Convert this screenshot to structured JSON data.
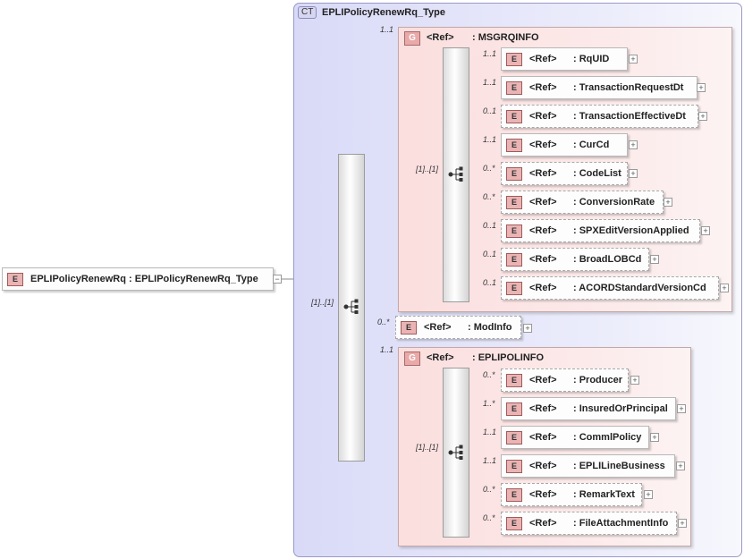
{
  "root": {
    "badge": "E",
    "name": "EPLIPolicyRenewRq",
    "type": "EPLIPolicyRenewRq_Type",
    "text": "EPLIPolicyRenewRq : EPLIPolicyRenewRq_Type"
  },
  "complex_type": {
    "badge": "CT",
    "name": "EPLIPolicyRenewRq_Type"
  },
  "main_sequence": {
    "cardinality": "[1]..[1]"
  },
  "ref_label": "<Ref>",
  "msgrq": {
    "badge": "G",
    "ref": "<Ref>",
    "name": ": MSGRQINFO",
    "cardinality": "1..1",
    "seq_cardinality": "[1]..[1]",
    "items": [
      {
        "card": "1..1",
        "name": ": RqUID"
      },
      {
        "card": "1..1",
        "name": ": TransactionRequestDt"
      },
      {
        "card": "0..1",
        "name": ": TransactionEffectiveDt"
      },
      {
        "card": "1..1",
        "name": ": CurCd"
      },
      {
        "card": "0..*",
        "name": ": CodeList"
      },
      {
        "card": "0..*",
        "name": ": ConversionRate"
      },
      {
        "card": "0..1",
        "name": ": SPXEditVersionApplied"
      },
      {
        "card": "0..1",
        "name": ": BroadLOBCd"
      },
      {
        "card": "0..1",
        "name": ": ACORDStandardVersionCd"
      }
    ]
  },
  "modinfo": {
    "card": "0..*",
    "name": ": ModInfo"
  },
  "epolinfo": {
    "badge": "G",
    "ref": "<Ref>",
    "name": ": EPLIPOLINFO",
    "cardinality": "1..1",
    "seq_cardinality": "[1]..[1]",
    "items": [
      {
        "card": "0..*",
        "name": ": Producer"
      },
      {
        "card": "1..*",
        "name": ": InsuredOrPrincipal"
      },
      {
        "card": "1..1",
        "name": ": CommlPolicy"
      },
      {
        "card": "1..1",
        "name": ": EPLILineBusiness"
      },
      {
        "card": "0..*",
        "name": ": RemarkText"
      },
      {
        "card": "0..*",
        "name": ": FileAttachmentInfo"
      }
    ]
  }
}
